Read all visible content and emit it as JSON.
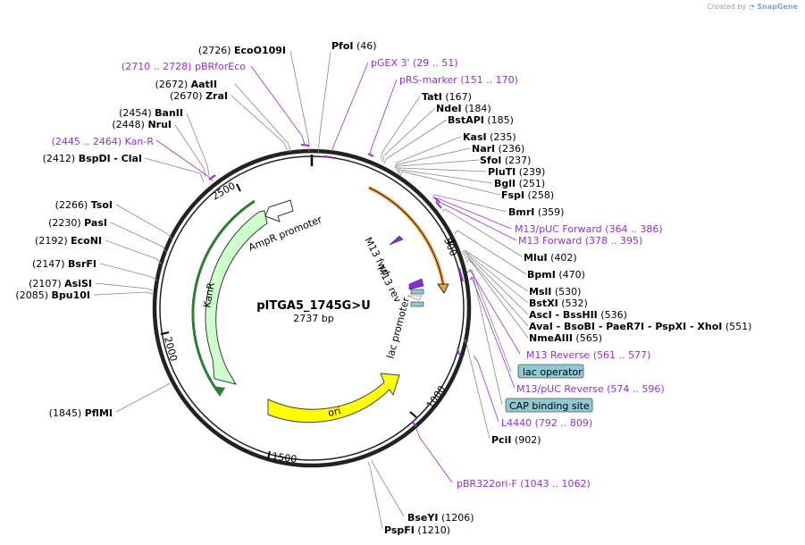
{
  "credit": {
    "prefix": "Created by",
    "brand": "SnapGene"
  },
  "plasmid": {
    "name": "pITGA5_1745G>U",
    "length": "2737 bp"
  },
  "ticks": [
    "500",
    "1000",
    "1500",
    "2000",
    "2500"
  ],
  "features": {
    "ampr_promoter": "AmpR promoter",
    "kanr": "KanR",
    "ori": "ori",
    "m13_fwd": "M13 fwd",
    "m13_rev": "M13 rev",
    "lac_promoter": "lac promoter"
  },
  "left_labels": [
    {
      "num": "(2726)",
      "name": "EcoO109I"
    },
    {
      "num": "(2710 .. 2728)",
      "name": "pBRforEco",
      "primer": true
    },
    {
      "num": "(2672)",
      "name": "AatII"
    },
    {
      "num": "(2670)",
      "name": "ZraI"
    },
    {
      "num": "(2454)",
      "name": "BanII"
    },
    {
      "num": "(2448)",
      "name": "NruI"
    },
    {
      "num": "(2445 .. 2464)",
      "name": "Kan-R",
      "primer": true
    },
    {
      "num": "(2412)",
      "name": "BspDI",
      "extra": "- ClaI"
    },
    {
      "num": "(2266)",
      "name": "TsoI"
    },
    {
      "num": "(2230)",
      "name": "PasI"
    },
    {
      "num": "(2192)",
      "name": "EcoNI"
    },
    {
      "num": "(2147)",
      "name": "BsrFI"
    },
    {
      "num": "(2107)",
      "name": "AsiSI"
    },
    {
      "num": "(2085)",
      "name": "Bpu10I"
    },
    {
      "num": "(1845)",
      "name": "PflMI"
    }
  ],
  "right_labels": [
    {
      "name": "PfoI",
      "num": "(46)"
    },
    {
      "name": "pGEX 3'",
      "num": "(29 .. 51)",
      "primer": true
    },
    {
      "name": "pRS-marker",
      "num": "(151 .. 170)",
      "primer": true
    },
    {
      "name": "TatI",
      "num": "(167)"
    },
    {
      "name": "NdeI",
      "num": "(184)"
    },
    {
      "name": "BstAPI",
      "num": "(185)"
    },
    {
      "name": "KasI",
      "num": "(235)"
    },
    {
      "name": "NarI",
      "num": "(236)"
    },
    {
      "name": "SfoI",
      "num": "(237)"
    },
    {
      "name": "PluTI",
      "num": "(239)"
    },
    {
      "name": "BglI",
      "num": "(251)"
    },
    {
      "name": "FspI",
      "num": "(258)"
    },
    {
      "name": "BmrI",
      "num": "(359)"
    },
    {
      "name": "M13/pUC Forward",
      "num": "(364 .. 386)",
      "primer": true
    },
    {
      "name": "M13 Forward",
      "num": "(378 .. 395)",
      "primer": true
    },
    {
      "name": "MluI",
      "num": "(402)"
    },
    {
      "name": "BpmI",
      "num": "(470)"
    },
    {
      "name": "MslI",
      "num": "(530)"
    },
    {
      "name": "BstXI",
      "num": "(532)"
    },
    {
      "name": "AscI  -  BssHII",
      "num": "(536)"
    },
    {
      "name": "AvaI  -  BsoBI  -  PaeR7I  -  PspXI  -  XhoI",
      "num": "(551)"
    },
    {
      "name": "NmeAIII",
      "num": "(565)"
    },
    {
      "name": "M13 Reverse",
      "num": "(561 .. 577)",
      "primer": true
    },
    {
      "name": "lac operator",
      "boxed": true
    },
    {
      "name": "M13/pUC Reverse",
      "num": "(574 .. 596)",
      "primer": true
    },
    {
      "name": "CAP binding site",
      "boxed": true
    },
    {
      "name": "L4440",
      "num": "(792 .. 809)",
      "primer": true
    },
    {
      "name": "PciI",
      "num": "(902)"
    },
    {
      "name": "pBR322ori-F",
      "num": "(1043 .. 1062)",
      "primer": true
    },
    {
      "name": "BseYI",
      "num": "(1206)"
    },
    {
      "name": "PspFI",
      "num": "(1210)"
    }
  ],
  "colors": {
    "primer": "#9b2fd0",
    "backbone": "#222222",
    "kanr_fill": "#ccffcc",
    "kanr_stroke": "#2e7d32",
    "ori_fill": "#ffff00",
    "promoter_fill": "#ffffff",
    "m13_fill": "#8a2be2",
    "lac_box": "#8fc9d3",
    "orange_arc": "#e8a040"
  }
}
